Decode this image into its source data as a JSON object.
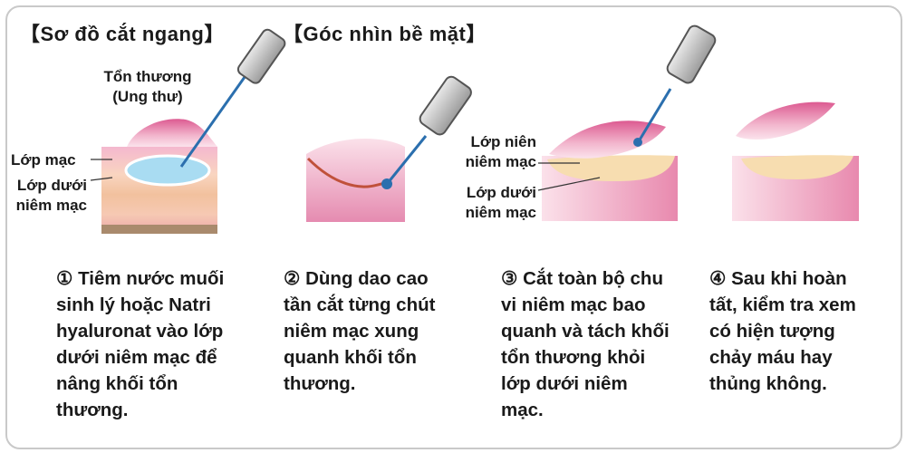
{
  "headers": {
    "cross_section": "【Sơ đồ cắt ngang】",
    "surface_view": "【Góc nhìn bề mặt】"
  },
  "labels": {
    "lesion": "Tổn thương\n(Ung thư)",
    "mucosa_layer": "Lớp mạc",
    "submucosa_left": "Lớp dưới\nniêm mạc",
    "mucosa_layer_right": "Lớp niên\nniêm mạc",
    "submucosa_right": "Lớp dưới\nniêm mạc"
  },
  "steps": [
    {
      "number": "①",
      "text": "Tiêm nước muối\nsinh lý hoặc Natri\nhyaluronat vào lớp\ndưới niêm mạc để\nnâng khối tổn\nthương."
    },
    {
      "number": "②",
      "text": "Dùng dao cao\ntần cắt từng chút\nniêm mạc xung\nquanh khối tổn\nthương."
    },
    {
      "number": "③",
      "text": "Cắt toàn bộ chu\nvi niêm mạc bao\nquanh và tách khối\ntổn thương khỏi\nlớp dưới niêm\nmạc."
    },
    {
      "number": "④",
      "text": "Sau khi hoàn\ntất, kiểm tra xem\ncó hiện tượng\nchảy máu hay\nthủng không."
    }
  ],
  "colors": {
    "mucosa_pink": "#e67aa5",
    "tissue_pink": "#f2c2d4",
    "lesion_pink": "#f0a8c4",
    "submucosa_cream": "#f7ddb0",
    "injection_blue": "#a9dcf2",
    "needle_blue": "#2b6fae",
    "cut_line": "#c0513a",
    "instrument_gray": "#bfbfbf"
  }
}
